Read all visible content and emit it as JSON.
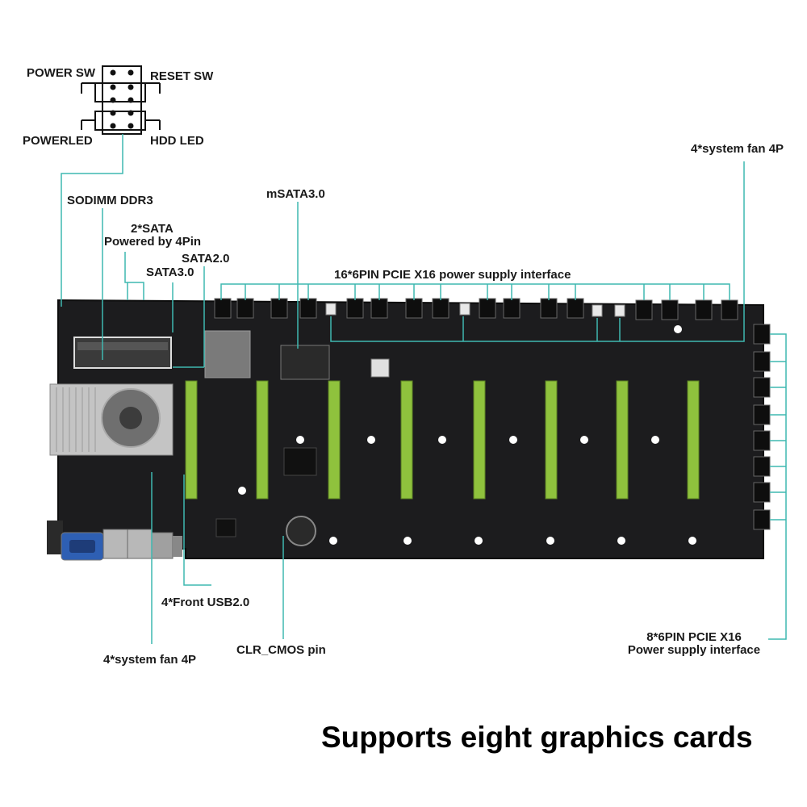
{
  "colors": {
    "board": "#1c1c1e",
    "leader": "#3fb8b0",
    "slot": "#8fc23d",
    "label": "#1a1a1a"
  },
  "header": {
    "power_sw": "POWER SW",
    "reset_sw": "RESET SW",
    "powerled": "POWERLED",
    "hdd_led": "HDD LED"
  },
  "labels": {
    "sodimm": "SODIMM DDR3",
    "sata_4pin_1": "2*SATA",
    "sata_4pin_2": "Powered by 4Pin",
    "sata3": "SATA3.0",
    "sata2": "SATA2.0",
    "msata": "mSATA3.0",
    "pcie16": "16*6PIN PCIE X16 power supply interface",
    "sys_fan_right": "4*system fan 4P",
    "front_usb": "4*Front USB2.0",
    "clr_cmos": "CLR_CMOS pin",
    "sys_fan_left": "4*system fan 4P",
    "pcie8_1": "8*6PIN PCIE X16",
    "pcie8_2": "Power supply interface"
  },
  "tagline": "Supports eight graphics cards"
}
